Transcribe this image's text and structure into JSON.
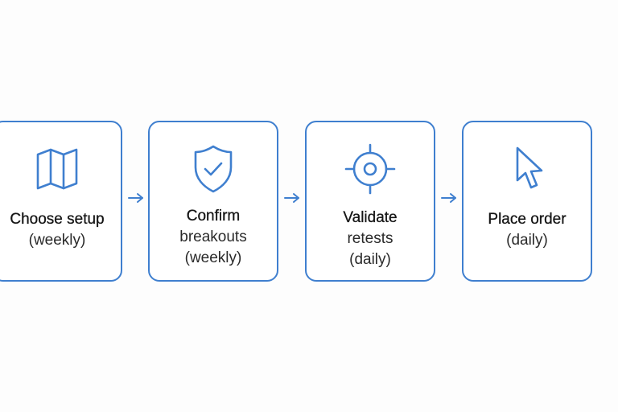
{
  "colors": {
    "accent": "#3f7fcf",
    "text": "#151515",
    "background": "#fdfdfd"
  },
  "steps": [
    {
      "icon": "map-icon",
      "title": "Choose setup",
      "lines": [
        "(weekly)"
      ]
    },
    {
      "icon": "shield-check-icon",
      "title": "Confirm",
      "lines": [
        "breakouts",
        "(weekly)"
      ]
    },
    {
      "icon": "crosshair-icon",
      "title": "Validate",
      "lines": [
        "retests",
        "(daily)"
      ]
    },
    {
      "icon": "cursor-icon",
      "title": "Place order",
      "lines": [
        "(daily)"
      ]
    }
  ]
}
